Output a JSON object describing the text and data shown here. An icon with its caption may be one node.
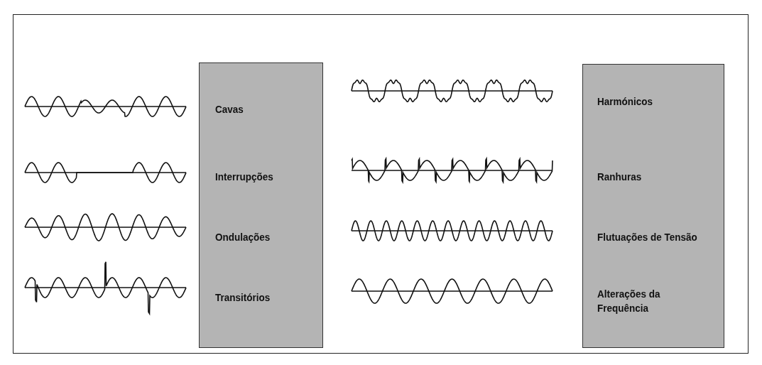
{
  "diagram": {
    "nodes": [
      {
        "text": [
          "Cavas",
          "Interrupções",
          "Ondulações",
          "Transitórios"
        ]
      },
      {
        "text": [
          "Harmónicos",
          "Ranhuras",
          "Flutuações de Tensão",
          "Alterações da Frequência"
        ]
      }
    ]
  }
}
